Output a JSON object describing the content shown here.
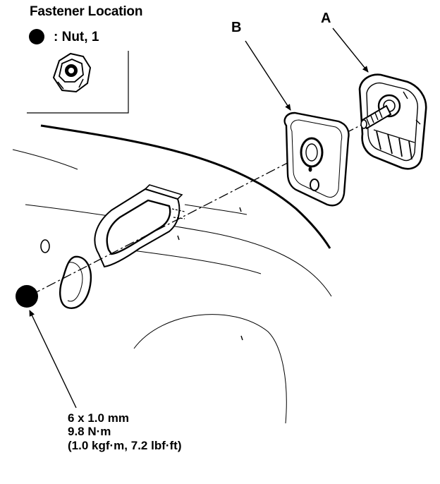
{
  "legend": {
    "title": "Fastener Location",
    "item_label": ": Nut, 1"
  },
  "callouts": {
    "a": "A",
    "b": "B"
  },
  "spec": {
    "size": "6 x 1.0 mm",
    "torque_nm": "9.8 N·m",
    "torque_alt": "(1.0 kgf·m, 7.2 lbf·ft)"
  },
  "colors": {
    "ink": "#000000",
    "paper": "#ffffff"
  }
}
